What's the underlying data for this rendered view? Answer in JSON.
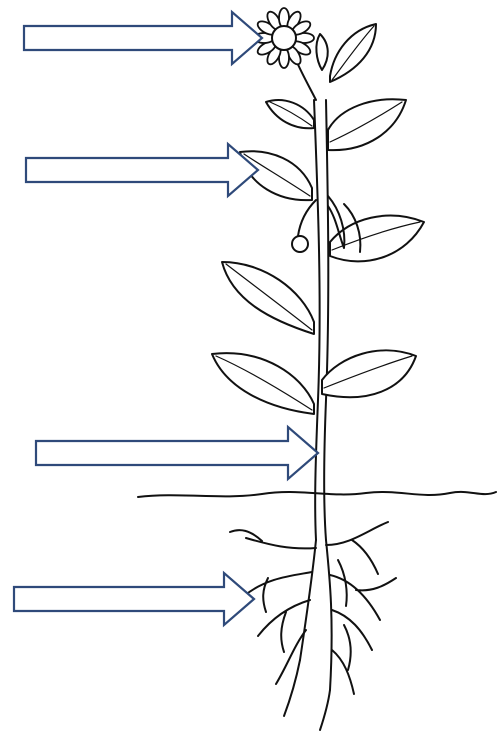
{
  "diagram": {
    "subject": "plant-parts-labeling-worksheet",
    "colors": {
      "arrow_outline": "#2f4a7a",
      "line_art": "#111111",
      "background": "#ffffff"
    },
    "pointers": [
      {
        "target": "flower",
        "icon": "outline-right-arrow"
      },
      {
        "target": "leaf",
        "icon": "outline-right-arrow"
      },
      {
        "target": "stem",
        "icon": "outline-right-arrow"
      },
      {
        "target": "root",
        "icon": "outline-right-arrow"
      }
    ]
  }
}
